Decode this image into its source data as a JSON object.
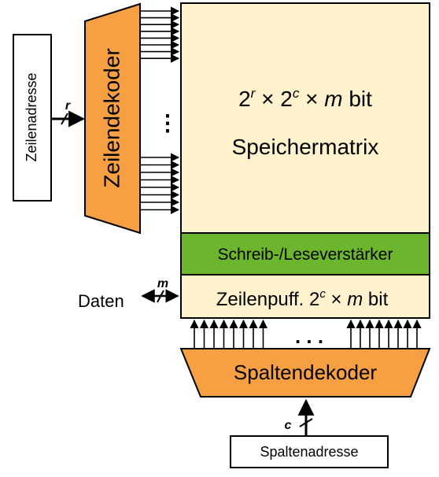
{
  "row_address": {
    "label": "Zeilenadresse",
    "bus_width": "r"
  },
  "row_decoder": {
    "label": "Zeilendekoder"
  },
  "ellipsis_vertical": "⋮",
  "ellipsis_horizontal": ". . .",
  "matrix": {
    "formula_base1": "2",
    "formula_exp1": "r",
    "formula_times1": " × ",
    "formula_base2": "2",
    "formula_exp2": "c",
    "formula_times2": " × ",
    "formula_var": "m",
    "formula_unit": " bit",
    "label": "Speichermatrix"
  },
  "sense_amp": {
    "label": "Schreib-/Leseverstärker"
  },
  "row_buffer": {
    "prefix": "Zeilenpuff. ",
    "base": "2",
    "exp": "c",
    "times": " × ",
    "var": "m",
    "unit": " bit"
  },
  "data": {
    "label": "Daten",
    "bus_width": "m"
  },
  "column_decoder": {
    "label": "Spaltendekoder"
  },
  "column_address": {
    "label": "Spaltenadresse",
    "bus_width": "c"
  },
  "colors": {
    "matrix_fill": "#fff2cc",
    "decoder_fill": "#f6a043",
    "sense_amp_fill": "#6cb62e",
    "box_fill": "#ffffff",
    "stroke": "#000000"
  }
}
